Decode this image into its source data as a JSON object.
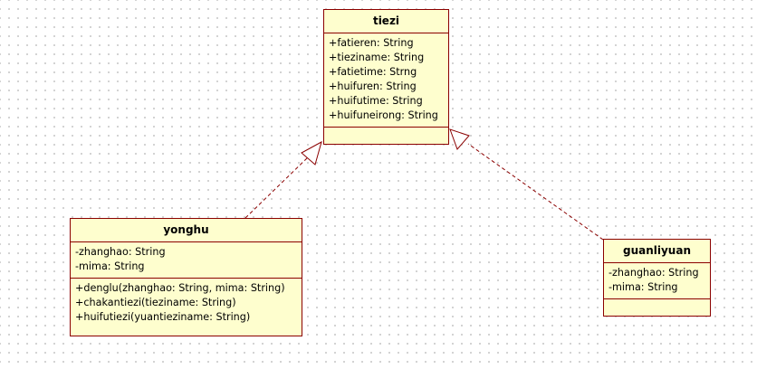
{
  "classes": {
    "tiezi": {
      "name": "tiezi",
      "attributes": [
        "+fatieren: String",
        "+tieziname: String",
        "+fatietime: Strng",
        "+huifuren: String",
        "+huifutime: String",
        "+huifuneirong: String"
      ],
      "operations": []
    },
    "yonghu": {
      "name": "yonghu",
      "attributes": [
        "-zhanghao: String",
        "-mima: String"
      ],
      "operations": [
        "+denglu(zhanghao: String, mima: String)",
        "+chakantiezi(tieziname: String)",
        "+huifutiezi(yuantieziname: String)"
      ]
    },
    "guanliyuan": {
      "name": "guanliyuan",
      "attributes": [
        "-zhanghao: String",
        "-mima: String"
      ],
      "operations": []
    }
  },
  "relationships": [
    {
      "type": "realization",
      "from": "yonghu",
      "to": "tiezi"
    },
    {
      "type": "realization",
      "from": "guanliyuan",
      "to": "tiezi"
    }
  ],
  "colors": {
    "border": "#8b0000",
    "fill": "#fefece",
    "connector": "#8b0000",
    "grid_dot": "#c4c4c4"
  }
}
